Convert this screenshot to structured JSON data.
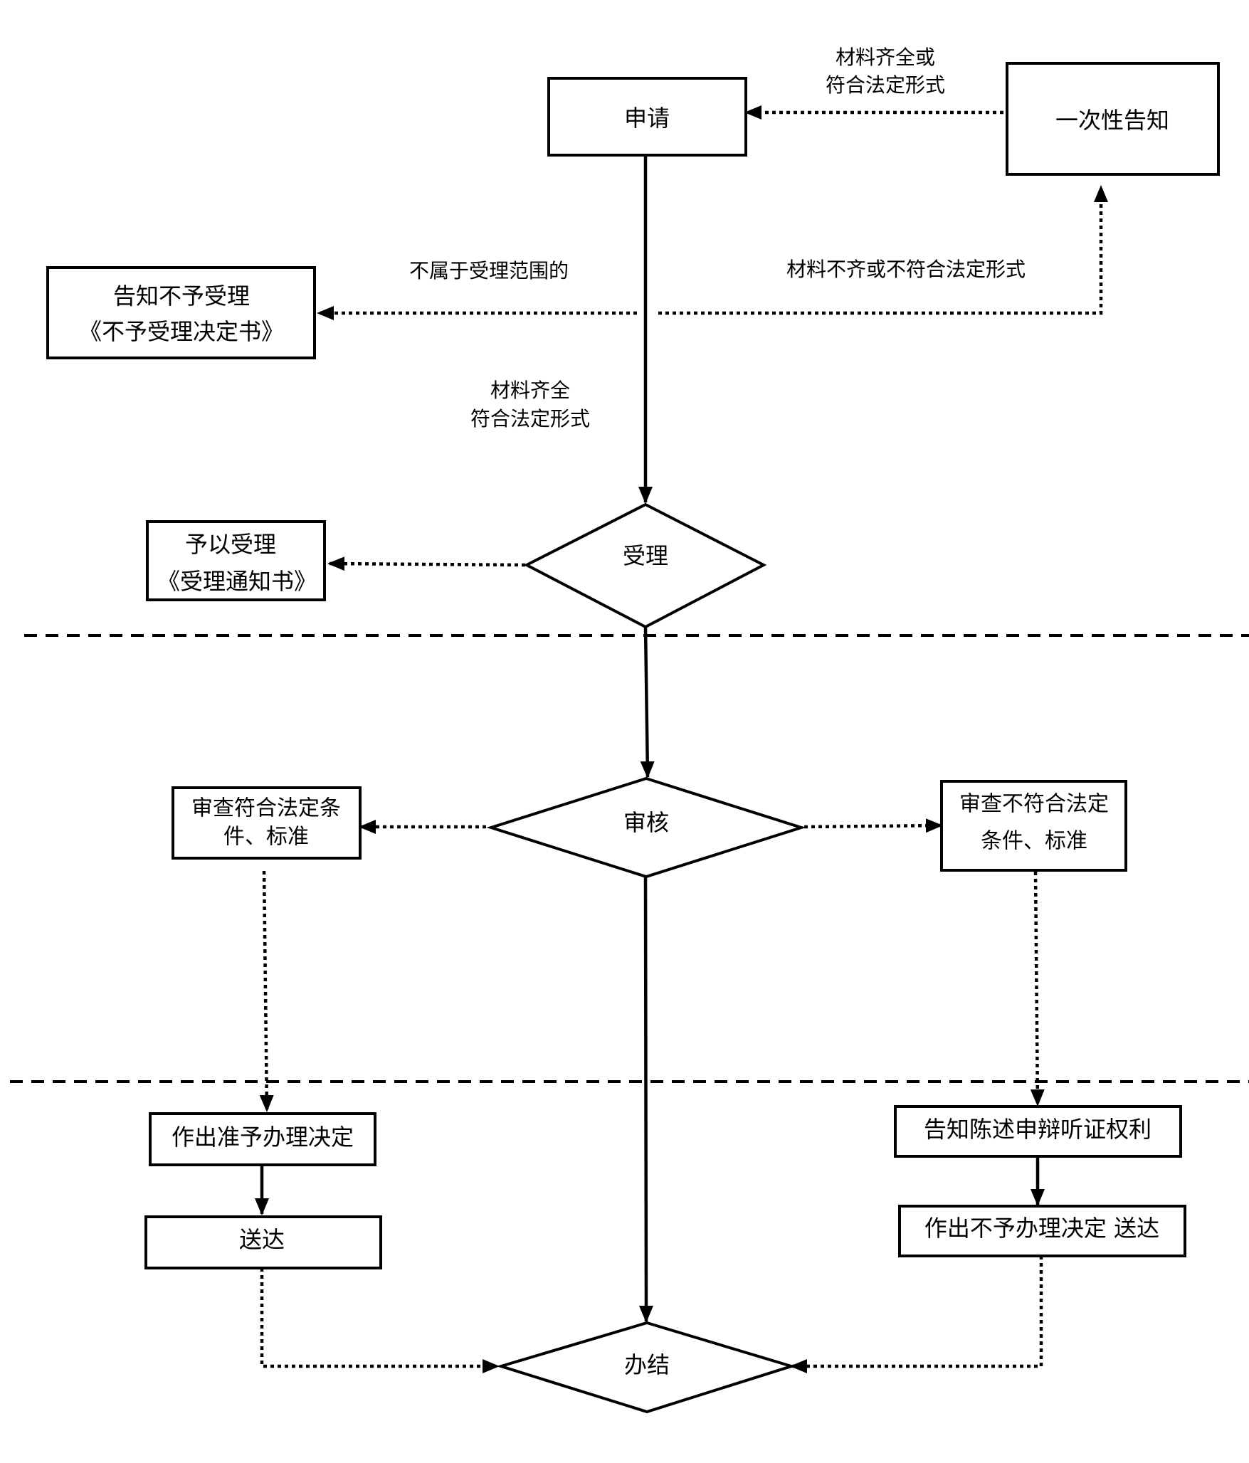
{
  "nodes": {
    "apply": "申请",
    "notify_once": "一次性告知",
    "reject_line1": "告知不予受理",
    "reject_line2": "《不予受理决定书》",
    "accept_line1": "予以受理",
    "accept_line2": "《受理通知书》",
    "receive": "受理",
    "review": "审核",
    "pass_line1": "审查符合法定条",
    "pass_line2": "件、标准",
    "fail_line1": "审查不符合法定",
    "fail_line2": "条件、标准",
    "approve_decision": "作出准予办理决定",
    "deliver": "送达",
    "hearing_rights": "告知陈述申辩听证权利",
    "deny_deliver": "作出不予办理决定  送达",
    "complete": "办结"
  },
  "edge_labels": {
    "resubmit_line1": "材料齐全或",
    "resubmit_line2": "符合法定形式",
    "out_of_scope": "不属于受理范围的",
    "incomplete": "材料不齐或不符合法定形式",
    "complete_line1": "材料齐全",
    "complete_line2": "符合法定形式"
  }
}
